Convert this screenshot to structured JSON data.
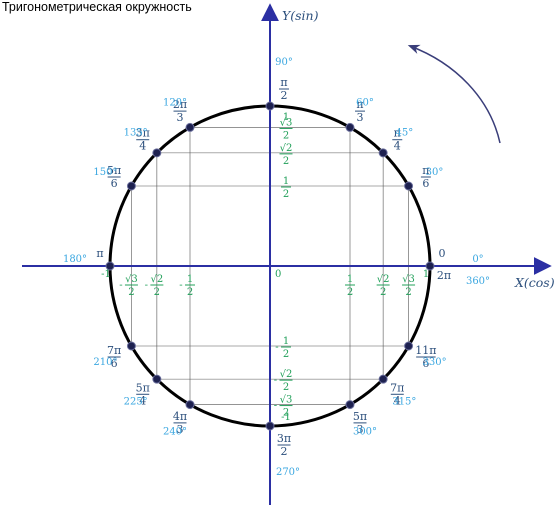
{
  "title": "Тригонометрическая окружность",
  "axes": {
    "x_label": "X(cos)",
    "y_label": "Y(sin)"
  },
  "colors": {
    "circle": "#000000",
    "axis": "#2b2fa3",
    "grid": "#555555",
    "degree": "#3ba7e0",
    "radian": "#2c4f7c",
    "value": "#22a05a",
    "point": "#1e2150",
    "arrow": "#3a3e7a"
  },
  "icons": {
    "rotation": "counterclockwise-arrow-icon",
    "point": "point-marker-icon"
  },
  "angles": [
    {
      "deg": 0,
      "degree_label": "0°",
      "radian": {
        "whole": "0"
      }
    },
    {
      "deg": 30,
      "degree_label": "30°",
      "radian": {
        "num": "π",
        "den": "6"
      }
    },
    {
      "deg": 45,
      "degree_label": "45°",
      "radian": {
        "num": "π",
        "den": "4"
      }
    },
    {
      "deg": 60,
      "degree_label": "60°",
      "radian": {
        "num": "π",
        "den": "3"
      }
    },
    {
      "deg": 90,
      "degree_label": "90°",
      "radian": {
        "num": "π",
        "den": "2"
      }
    },
    {
      "deg": 120,
      "degree_label": "120°",
      "radian": {
        "num": "2π",
        "den": "3"
      }
    },
    {
      "deg": 135,
      "degree_label": "135°",
      "radian": {
        "num": "3π",
        "den": "4"
      }
    },
    {
      "deg": 150,
      "degree_label": "150°",
      "radian": {
        "num": "5π",
        "den": "6"
      }
    },
    {
      "deg": 180,
      "degree_label": "180°",
      "radian": {
        "whole": "π"
      }
    },
    {
      "deg": 210,
      "degree_label": "210°",
      "radian": {
        "num": "7π",
        "den": "6"
      }
    },
    {
      "deg": 225,
      "degree_label": "225°",
      "radian": {
        "num": "5π",
        "den": "4"
      }
    },
    {
      "deg": 240,
      "degree_label": "240°",
      "radian": {
        "num": "4π",
        "den": "3"
      }
    },
    {
      "deg": 270,
      "degree_label": "270°",
      "radian": {
        "num": "3π",
        "den": "2"
      }
    },
    {
      "deg": 300,
      "degree_label": "300°",
      "radian": {
        "num": "5π",
        "den": "3"
      }
    },
    {
      "deg": 315,
      "degree_label": "315°",
      "radian": {
        "num": "7π",
        "den": "4"
      }
    },
    {
      "deg": 330,
      "degree_label": "330°",
      "radian": {
        "num": "11π",
        "den": "6"
      }
    },
    {
      "deg": 360,
      "degree_label": "360°",
      "radian": {
        "whole": "2π"
      }
    }
  ],
  "x_values": [
    {
      "value": 0.5,
      "num": "1",
      "den": "2"
    },
    {
      "value": 0.7071,
      "num": "√2",
      "den": "2"
    },
    {
      "value": 0.866,
      "num": "√3",
      "den": "2"
    },
    {
      "value": 1,
      "whole": "1"
    },
    {
      "value": -0.5,
      "num": "1",
      "den": "2",
      "sign": "-"
    },
    {
      "value": -0.7071,
      "num": "√2",
      "den": "2",
      "sign": "-"
    },
    {
      "value": -0.866,
      "num": "√3",
      "den": "2",
      "sign": "-"
    },
    {
      "value": -1,
      "whole": "-1"
    }
  ],
  "y_values": [
    {
      "value": 0.5,
      "num": "1",
      "den": "2"
    },
    {
      "value": 0.7071,
      "num": "√2",
      "den": "2"
    },
    {
      "value": 0.866,
      "num": "√3",
      "den": "2"
    },
    {
      "value": 1,
      "whole": "1"
    },
    {
      "value": -0.5,
      "num": "1",
      "den": "2",
      "sign": "-"
    },
    {
      "value": -0.7071,
      "num": "√2",
      "den": "2",
      "sign": "-"
    },
    {
      "value": -0.866,
      "num": "√3",
      "den": "2",
      "sign": "-"
    },
    {
      "value": -1,
      "whole": "-1"
    }
  ],
  "origin_label": "0"
}
